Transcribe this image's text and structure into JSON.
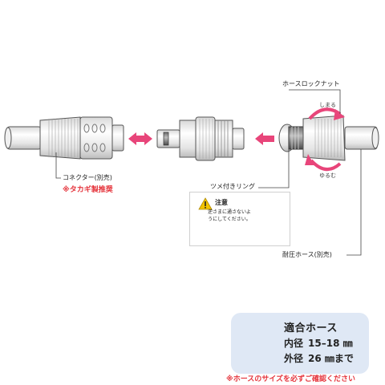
{
  "labels": {
    "hose_lock_nut": "ホースロックナット",
    "tighten": "しまる",
    "loosen": "ゆるむ",
    "connector": "コネクター(別売)",
    "takagi_recommended": "※タカギ製推奨",
    "claw_ring": "ツメ付きリング",
    "pressure_hose": "耐圧ホース(別売)"
  },
  "caution": {
    "title": "注意",
    "text": "逆さまに通さないようにしてください。"
  },
  "hose_box": {
    "title": "適合ホース",
    "inner_label": "内径",
    "inner_value": "15–18 ㎜",
    "outer_label": "外径",
    "outer_value": "26 ㎜まで"
  },
  "footnote": "※ホースのサイズを必ずご確認ください",
  "colors": {
    "arrow_pink": "#e8457a",
    "red_text": "#e5343c",
    "box_bg": "#dfe8f5",
    "caution_yellow": "#f2c300",
    "cross_pink": "#f7b3c6"
  }
}
